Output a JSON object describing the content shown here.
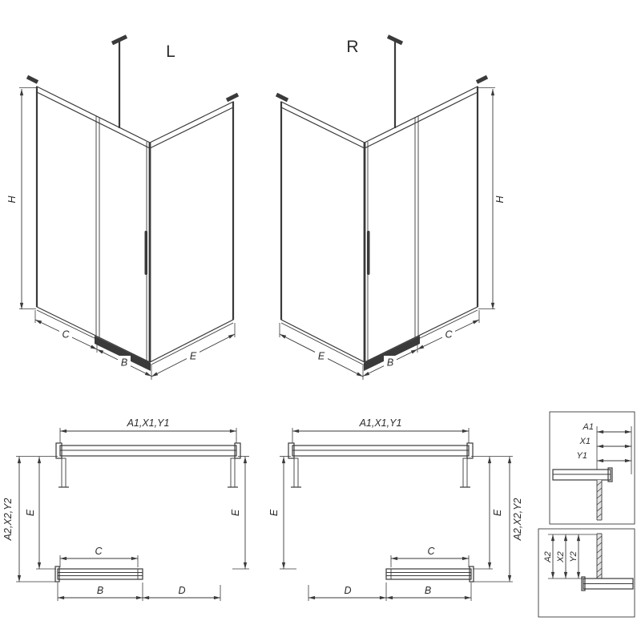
{
  "drawing": {
    "background": "#ffffff",
    "stroke_color": "#3a3a3a",
    "text_color": "#2b2b2b"
  },
  "iso_left": {
    "title": "L",
    "dim_h": "H",
    "dim_c": "C",
    "dim_b": "B",
    "dim_e": "E"
  },
  "iso_right": {
    "title": "R",
    "dim_h": "H",
    "dim_e": "E",
    "dim_b": "B",
    "dim_c": "C"
  },
  "plan_left": {
    "dim_top": "A1,X1,Y1",
    "dim_side": "A2,X2,Y2",
    "dim_e_left": "E",
    "dim_e_right": "E",
    "dim_c": "C",
    "dim_b": "B",
    "dim_d": "D"
  },
  "plan_right": {
    "dim_top": "A1,X1,Y1",
    "dim_side": "A2,X2,Y2",
    "dim_e_left": "E",
    "dim_e_right": "E",
    "dim_c": "C",
    "dim_b": "B",
    "dim_d": "D"
  },
  "detail_top": {
    "dim_a": "A1",
    "dim_x": "X1",
    "dim_y": "Y1"
  },
  "detail_bottom": {
    "dim_a": "A2",
    "dim_x": "X2",
    "dim_y": "Y2"
  }
}
